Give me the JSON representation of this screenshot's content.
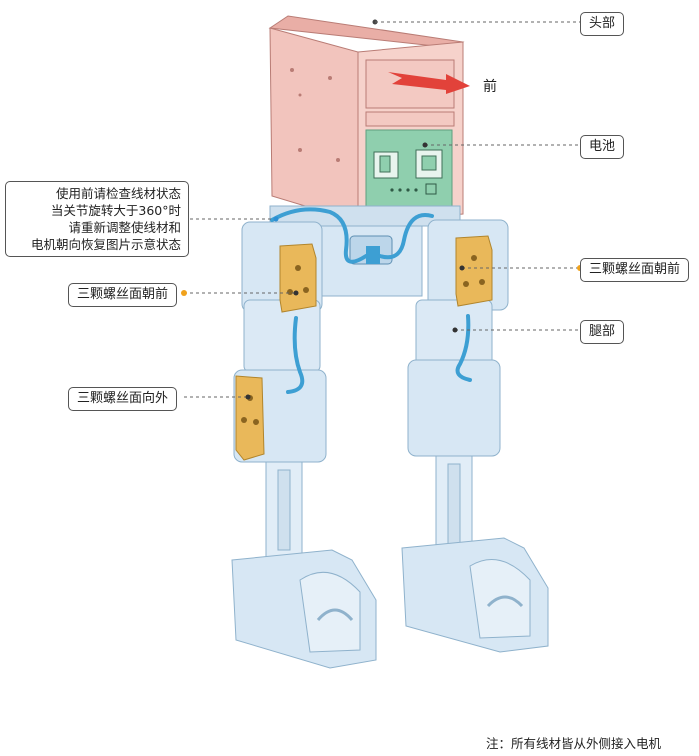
{
  "labels": {
    "head": "头部",
    "front": "前",
    "battery": "电池",
    "warning_line1": "使用前请检查线材状态",
    "warning_line2": "当关节旋转大于360°时",
    "warning_line3": "请重新调整使线材和",
    "warning_line4": "电机朝向恢复图片示意状态",
    "screws_front_left": "三颗螺丝面朝前",
    "screws_front_right": "三颗螺丝面朝前",
    "leg": "腿部",
    "screws_outward": "三颗螺丝面向外"
  },
  "note": "注：所有线材皆从外侧接入电机",
  "colors": {
    "head_body": "#f2c4bd",
    "head_edge": "#c98f88",
    "battery_panel": "#8fcfae",
    "arrow": "#e2423a",
    "robot_body": "#d7e7f4",
    "robot_edge": "#8fb2cc",
    "bracket_gold": "#e9b85a",
    "cable_blue": "#3d9fd3",
    "dot_orange": "#f0a21c",
    "dot_blue": "#2c8fd4",
    "leader": "#666666"
  },
  "icons": [
    "arrow-front-icon",
    "warning-dot-icon"
  ]
}
